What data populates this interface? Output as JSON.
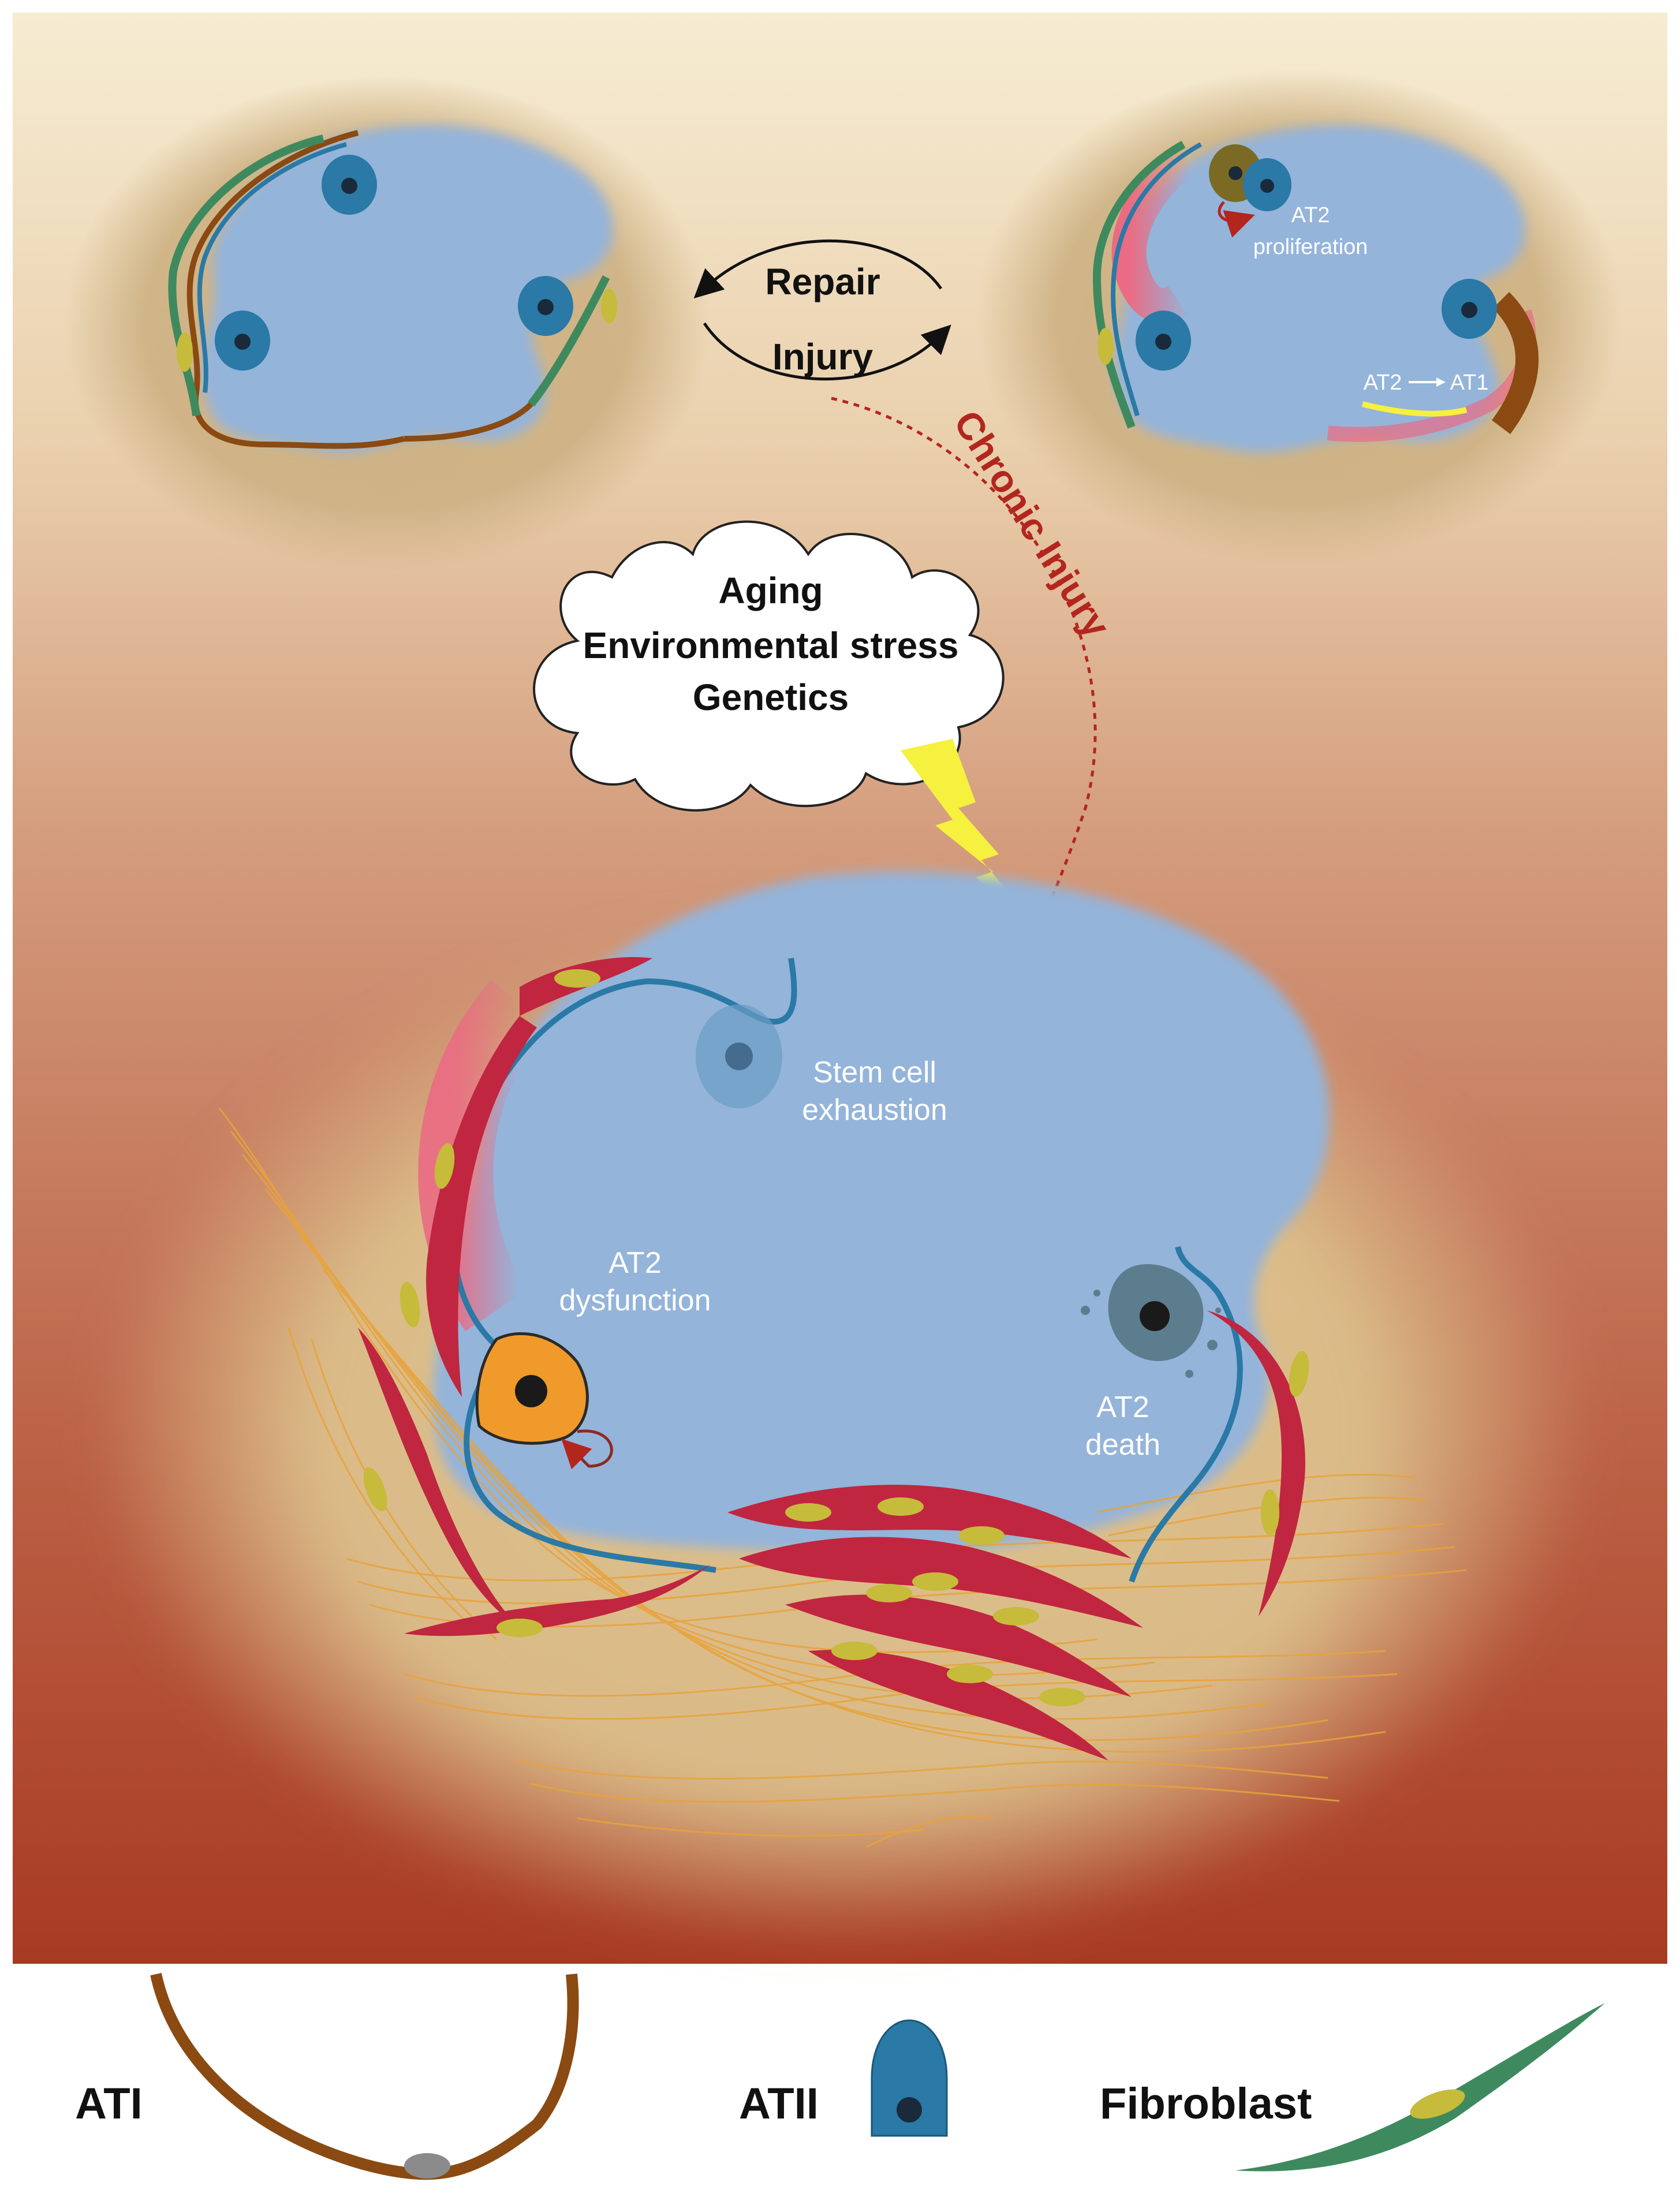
{
  "top_cycle": {
    "repair_label": "Repair",
    "injury_label": "Injury"
  },
  "chronic_label": "Chronic Injury",
  "stressors": {
    "line1": "Aging",
    "line2": "Environmental stress",
    "line3": "Genetics"
  },
  "annotations": {
    "at2_proliferation_1": "AT2",
    "at2_proliferation_2": "proliferation",
    "at2_to_at1_a": "AT2",
    "at2_to_at1_b": "AT1",
    "stem_cell_1": "Stem cell",
    "stem_cell_2": "exhaustion",
    "dysfunction_1": "AT2",
    "dysfunction_2": "dysfunction",
    "death_1": "AT2",
    "death_2": "death"
  },
  "legend": {
    "ati": "ATI",
    "atii": "ATII",
    "fibroblast": "Fibroblast"
  },
  "colors": {
    "lumen": "#94b4da",
    "epithelium": "#2a79a6",
    "ati_brown": "#8a4a12",
    "fibroblast_green": "#3e8a5e",
    "fibroblast_red": "#c0263f",
    "nucleus_yellow": "#c6bb3a",
    "collagen": "#e8a33a",
    "at2_orange": "#ef9a2a",
    "chronic_red": "#b3261e",
    "bolt": "#f6f03e"
  }
}
